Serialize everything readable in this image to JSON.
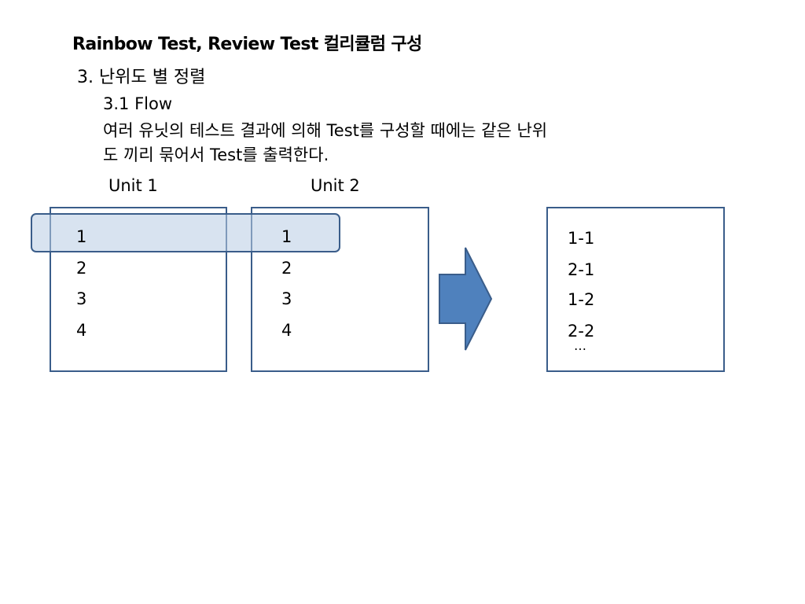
{
  "slide": {
    "title": "Rainbow Test, Review Test 컬리큘럼 구성",
    "section": "3. 난위도 별 정렬",
    "subsection": "3.1 Flow",
    "description_line1": "여러 유닛의 테스트 결과에 의해 Test를 구성할 때에는 같은 난위",
    "description_line2": "도 끼리 묶어서 Test를 출력한다."
  },
  "diagram": {
    "unit1": {
      "label": "Unit 1",
      "items": [
        "1",
        "2",
        "3",
        "4"
      ]
    },
    "unit2": {
      "label": "Unit 2",
      "items": [
        "1",
        "2",
        "3",
        "4"
      ]
    },
    "result": {
      "items": [
        "1-1",
        "2-1",
        "1-2",
        "2-2"
      ],
      "ellipsis": "…"
    },
    "colors": {
      "box_border": "#3a5d8a",
      "highlight_fill": "#b8cce4",
      "arrow_fill": "#4f81bd",
      "arrow_stroke": "#3a5d8a"
    }
  }
}
